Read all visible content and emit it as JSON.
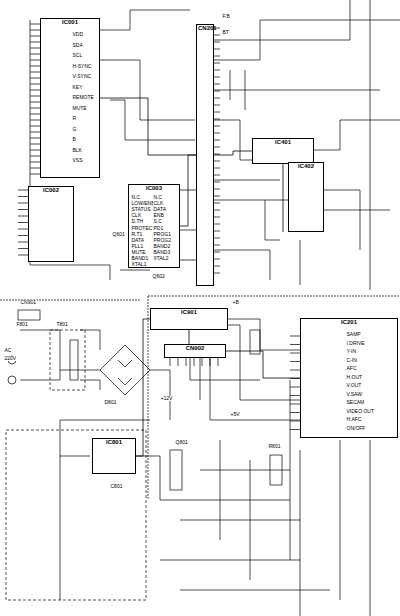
{
  "diagram": {
    "nodes": [
      {
        "text": [
          "IC001"
        ]
      },
      {
        "text": [
          "IC002"
        ]
      },
      {
        "text": [
          "IC003"
        ]
      },
      {
        "text": [
          "CN201"
        ]
      },
      {
        "text": [
          "IC401"
        ]
      },
      {
        "text": [
          "IC402"
        ]
      },
      {
        "text": [
          "IC901"
        ]
      },
      {
        "text": [
          "IC801"
        ]
      },
      {
        "text": [
          "IC201"
        ]
      },
      {
        "text": [
          "CN902"
        ]
      }
    ],
    "edges": [
      {
        "from": 0,
        "to": 3,
        "arrow": "none"
      },
      {
        "from": 2,
        "to": 3,
        "arrow": "none"
      },
      {
        "from": 3,
        "to": 4,
        "arrow": "none"
      },
      {
        "from": 4,
        "to": 5,
        "arrow": "none"
      },
      {
        "from": 6,
        "to": 9,
        "arrow": "none"
      },
      {
        "from": 7,
        "to": 6,
        "arrow": "none"
      },
      {
        "from": 9,
        "to": 8,
        "arrow": "none"
      }
    ],
    "labels": [
      "N.C",
      "LOW/ENB",
      "STATUS",
      "CLK",
      "D.TH",
      "PROTECT",
      "R.T1",
      "DATA",
      "PLL1",
      "MUTE",
      "BAND1",
      "XTAL1",
      "N.C",
      "CLK",
      "DATA",
      "ENB",
      "S.C",
      "PD1",
      "PROG1",
      "PROG2",
      "BAND2",
      "BAND3",
      "XTAL2",
      "VDD",
      "SDA",
      "SCL",
      "H-SYNC",
      "V-SYNC",
      "KEY",
      "REMOTE",
      "MUTE",
      "R",
      "G",
      "B",
      "BLK",
      "VSS",
      "SAMP",
      "I.DRIVE",
      "Y-IN",
      "C-IN",
      "AFC",
      "H.OUT",
      "V.OUT",
      "V.SAW",
      "SECAM",
      "VIDEO OUT",
      "H.AFC",
      "ON/OFF",
      "AC",
      "220V",
      "+B",
      "+12V",
      "+5V",
      "CN901",
      "T801",
      "D801",
      "Q801",
      "R801",
      "C801",
      "F801",
      "Q601",
      "Q602",
      "BT",
      "F.B"
    ]
  }
}
